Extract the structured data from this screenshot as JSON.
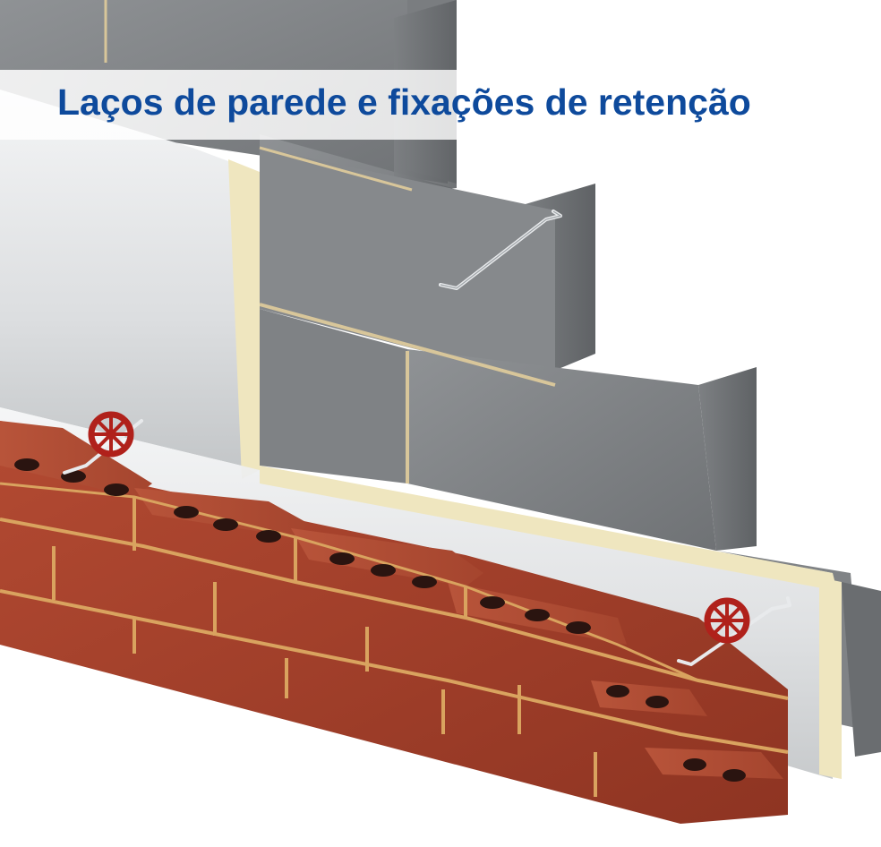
{
  "caption": {
    "title": "Laços de parede e fixações de retenção"
  },
  "illustration": {
    "subject": "cavity wall construction",
    "layers": [
      "concrete-block inner leaf",
      "insulation board",
      "brick outer leaf"
    ],
    "fixings": [
      "wall tie",
      "insulation retaining clip"
    ]
  },
  "colors": {
    "title": "#0e4a9c",
    "brick": "#a8412c",
    "brick_dark": "#7e2c1d",
    "mortar": "#d9a35f",
    "block": "#8a8d90",
    "block_shade": "#6e7174",
    "insulation_edge": "#efe6bf",
    "foil": "#e6e8ea",
    "clip": "#b0211b"
  }
}
